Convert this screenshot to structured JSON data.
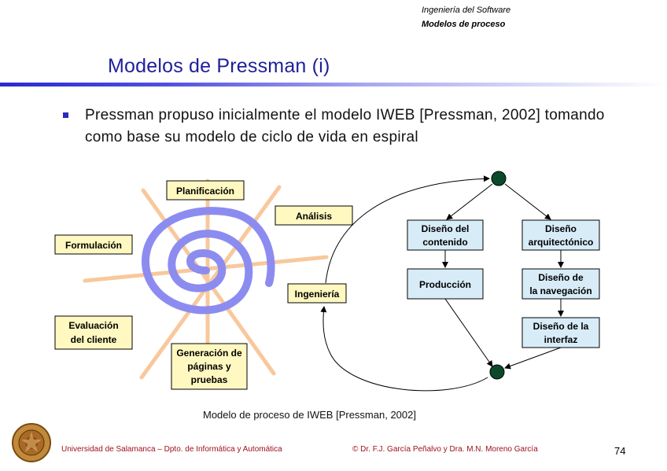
{
  "header": {
    "course": "Ingeniería del Software",
    "section": "Modelos de proceso"
  },
  "title": "Modelos de Pressman (i)",
  "bullet": "Pressman propuso inicialmente el modelo IWEB [Pressman, 2002] tomando como base su modelo de ciclo de vida en espiral",
  "diagram": {
    "spiral_labels": {
      "planificacion": "Planificación",
      "analisis": "Análisis",
      "formulacion": "Formulación",
      "evaluacion_1": "Evaluación",
      "evaluacion_2": "del cliente",
      "generacion_1": "Generación de",
      "generacion_2": "páginas y",
      "generacion_3": "pruebas",
      "ingenieria": "Ingeniería"
    },
    "flow_labels": {
      "contenido_1": "Diseño del",
      "contenido_2": "contenido",
      "produccion": "Producción",
      "arquitectonico_1": "Diseño",
      "arquitectonico_2": "arquitectónico",
      "navegacion_1": "Diseño de",
      "navegacion_2": "la navegación",
      "interfaz_1": "Diseño de la",
      "interfaz_2": "interfaz"
    },
    "colors": {
      "spiral": "#8c8cf0",
      "rays": "#f8c89c",
      "box_fill": "#fff8c0",
      "flow_fill": "#d8ecf8",
      "node": "#0a4a2a"
    }
  },
  "caption": "Modelo de proceso de IWEB [Pressman, 2002]",
  "footer": {
    "left": "Universidad de Salamanca – Dpto. de Informática y Automática",
    "right": "© Dr. F.J. García Peñalvo y Dra. M.N. Moreno García",
    "page": "74"
  }
}
